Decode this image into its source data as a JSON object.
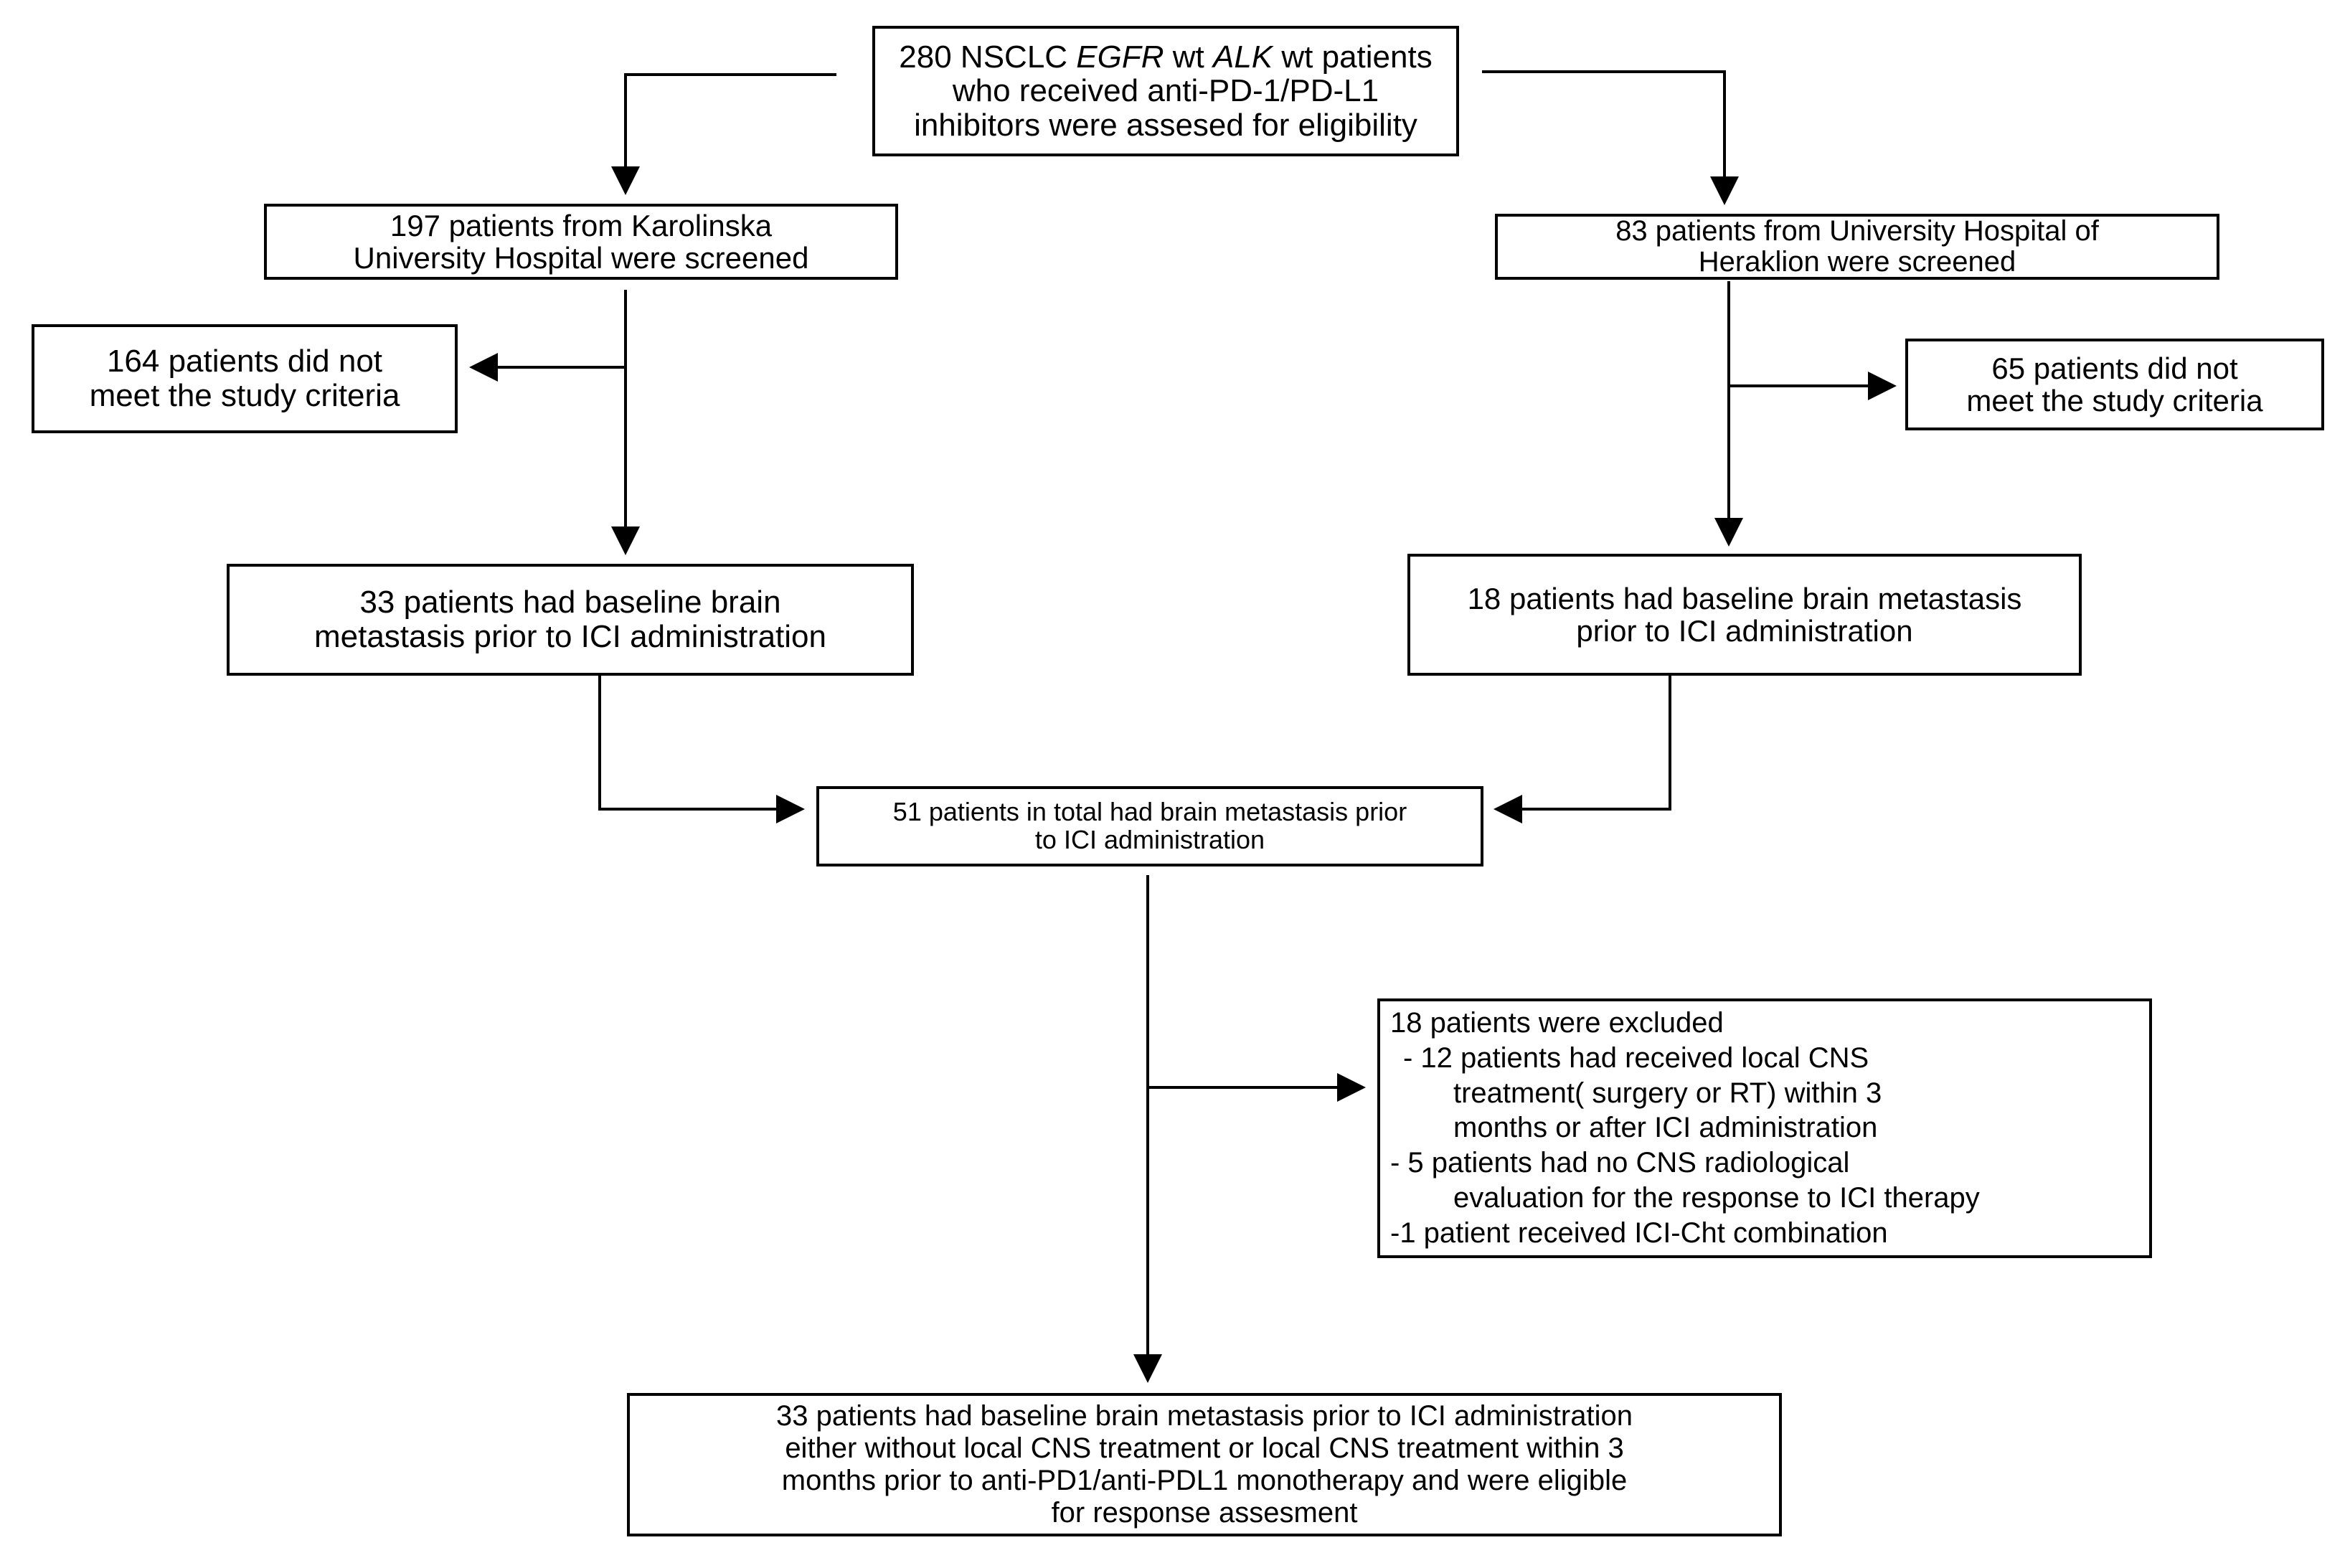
{
  "flowchart": {
    "start": {
      "line1_pre": "280 NSCLC ",
      "line1_egfr": "EGFR",
      "line1_mid": " wt ",
      "line1_alk": "ALK",
      "line1_post": " wt patients",
      "line2": "who received anti-PD-1/PD-L1",
      "line3": "inhibitors were assesed for eligibility"
    },
    "karolinska": {
      "screened_line1": "197 patients from Karolinska",
      "screened_line2": "University Hospital were screened",
      "excluded_line1": "164 patients did not",
      "excluded_line2": "meet the study criteria",
      "brain_line1": "33 patients had baseline brain",
      "brain_line2": "metastasis prior to ICI administration"
    },
    "heraklion": {
      "screened_line1": "83 patients from University Hospital of",
      "screened_line2": "Heraklion were screened",
      "excluded_line1": "65 patients did not",
      "excluded_line2": "meet the study criteria",
      "brain_line1": "18 patients had baseline brain metastasis",
      "brain_line2": "prior to ICI administration"
    },
    "total": {
      "line1": "51 patients in total had brain metastasis prior",
      "line2": "to ICI administration"
    },
    "excluded": {
      "heading": "18 patients were excluded",
      "item1_line1": "-  12 patients had received local CNS",
      "item1_line2": "treatment( surgery or RT) within 3",
      "item1_line3": "months or after ICI administration",
      "item2_line1": "- 5 patients had no CNS radiological",
      "item2_line2": "evaluation for the response to ICI therapy",
      "item3_line1": "-1 patient received ICI-Cht combination"
    },
    "final": {
      "line1": "33 patients had baseline brain metastasis prior to ICI administration",
      "line2": "either without local CNS treatment or local CNS treatment within 3",
      "line3": "months prior to anti-PD1/anti-PDL1 monotherapy and were eligible",
      "line4": "for response assesment"
    }
  }
}
